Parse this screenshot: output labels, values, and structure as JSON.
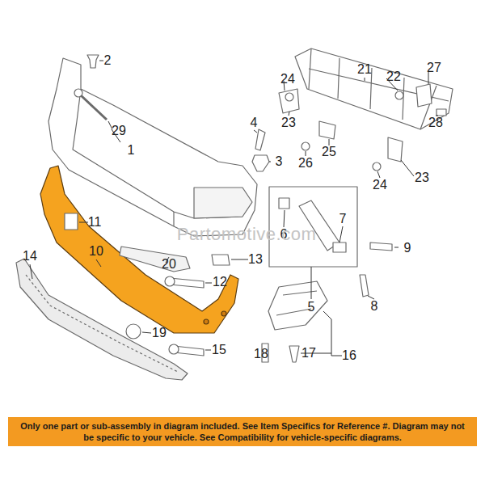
{
  "diagram": {
    "nodes": [
      {
        "text": [
          "Only one part or sub-assembly in diagram included. See Item Specifics for Reference #. Diagram may not be specific to your vehicle. See Compatibility for vehicle-specific diagrams."
        ]
      }
    ],
    "labels": [
      "2",
      "27",
      "21",
      "24",
      "22",
      "29",
      "4",
      "23",
      "28",
      "1",
      "3",
      "25",
      "26",
      "23",
      "24",
      "11",
      "6",
      "7",
      "9",
      "10",
      "14",
      "13",
      "20",
      "12",
      "5",
      "8",
      "19",
      "15",
      "16",
      "17",
      "18",
      "Partomotive.com"
    ]
  }
}
